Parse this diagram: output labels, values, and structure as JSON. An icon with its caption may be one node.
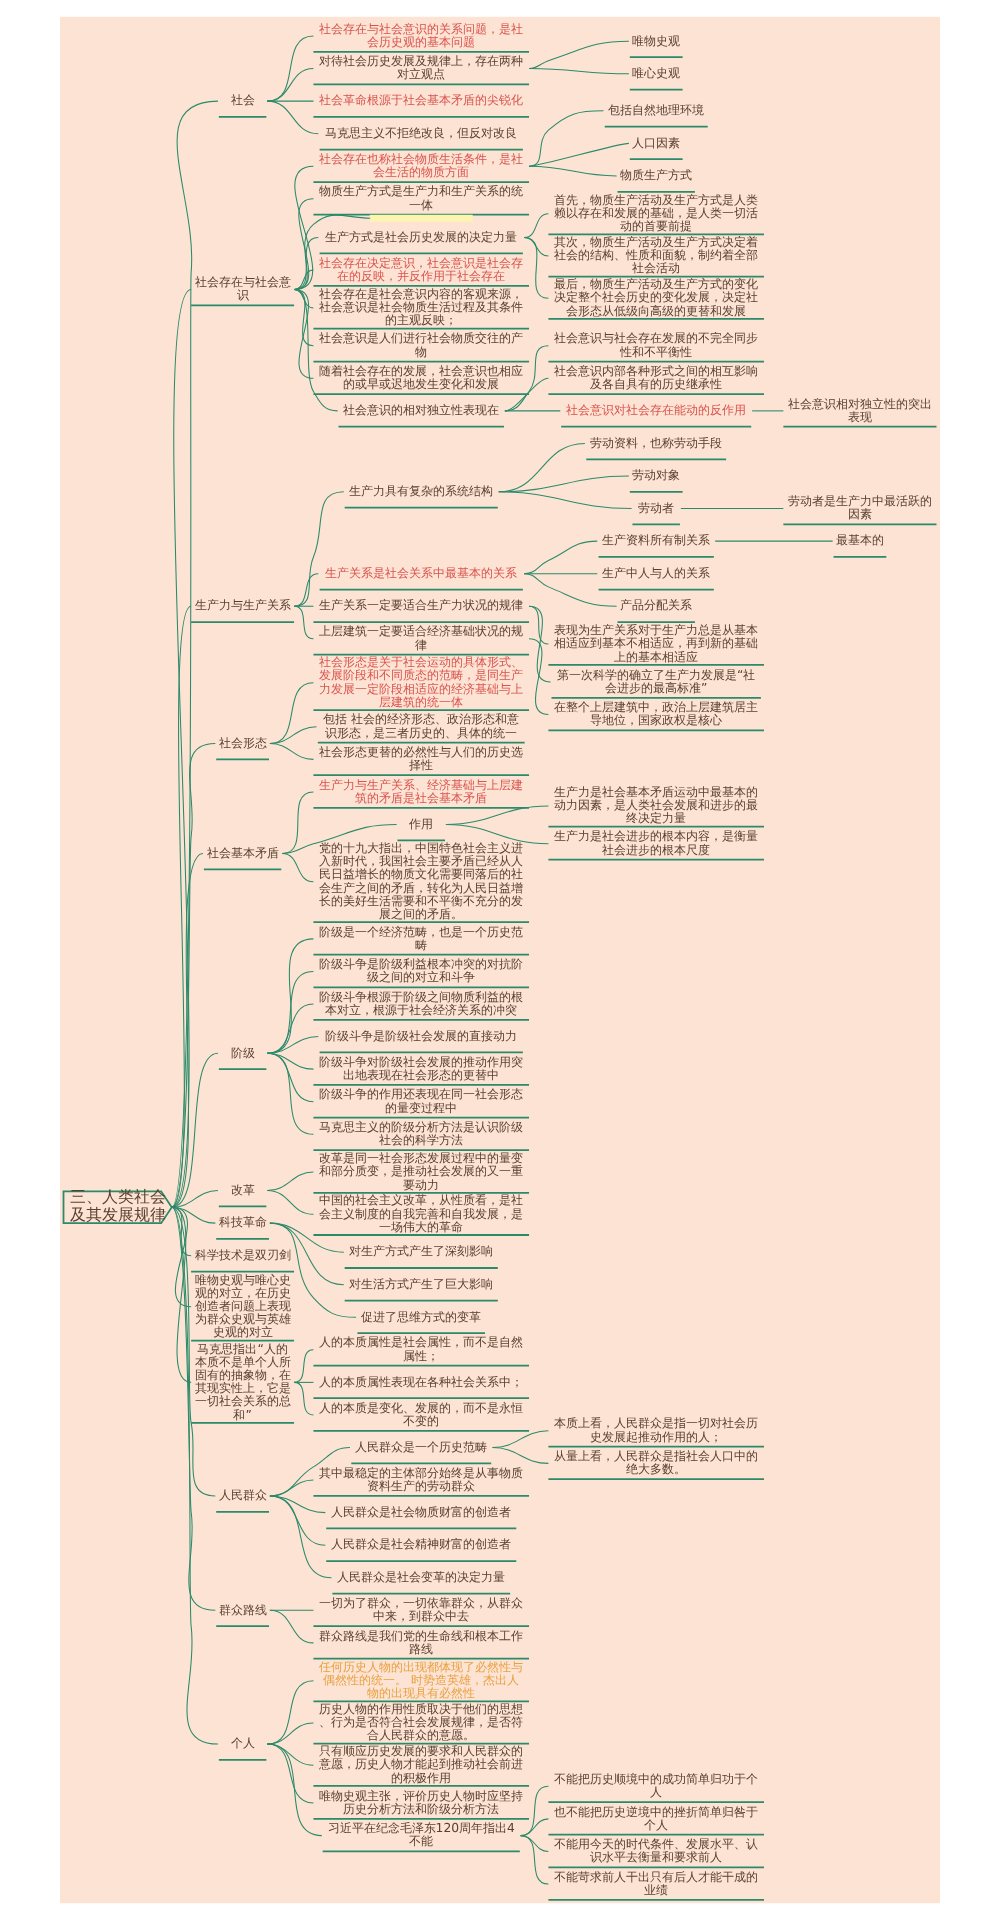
{
  "diagram": {
    "nodes": [
      {
        "text": [
          "三、人类社会及其发展规律"
        ]
      },
      {
        "text": [
          "社会"
        ]
      },
      {
        "text": [
          "社会存在与社会意识的关系问题，是社会历史观的基本问题"
        ]
      },
      {
        "text": [
          "对待社会历史发展及规律上，存在两种对立观点"
        ]
      },
      {
        "text": [
          "唯物史观"
        ]
      },
      {
        "text": [
          "唯心史观"
        ]
      },
      {
        "text": [
          "社会革命根源于社会基本矛盾的尖锐化"
        ]
      },
      {
        "text": [
          "马克思主义不拒绝改良，但反对改良"
        ]
      },
      {
        "text": [
          "社会存在与社会意识"
        ]
      },
      {
        "text": [
          "社会存在也称社会物质生活条件，是社会生活的物质方面"
        ]
      },
      {
        "text": [
          "包括自然地理环境"
        ]
      },
      {
        "text": [
          "人口因素"
        ]
      },
      {
        "text": [
          "物质生产方式"
        ]
      },
      {
        "text": [
          "物质生产方式是生产力和生产关系的统一体"
        ]
      },
      {
        "text": [],
        "shape": "bar"
      },
      {
        "text": [
          "生产方式是社会历史发展的决定力量"
        ]
      },
      {
        "text": [
          "首先，物质生产活动及生产方式是人类赖以存在和发展的基础，是人类一切活动的首要前提"
        ]
      },
      {
        "text": [
          "其次，物质生产活动及生产方式决定着社会的结构、性质和面貌，制约着全部社会活动"
        ]
      },
      {
        "text": [
          "最后，物质生产活动及生产方式的变化决定整个社会历史的变化发展，决定社会形态从低级向高级的更替和发展"
        ]
      },
      {
        "text": [
          "社会存在决定意识，社会意识是社会存在的反映，并反作用于社会存在"
        ]
      },
      {
        "text": [
          "社会存在是社会意识内容的客观来源，社会意识是社会物质生活过程及其条件的主观反映；"
        ]
      },
      {
        "text": [
          "社会意识是人们进行社会物质交往的产物"
        ]
      },
      {
        "text": [
          "随着社会存在的发展，社会意识也相应的或早或迟地发生变化和发展"
        ]
      },
      {
        "text": [
          "社会意识的相对独立性表现在"
        ]
      },
      {
        "text": [
          "社会意识与社会存在发展的不完全同步性和不平衡性"
        ]
      },
      {
        "text": [
          "社会意识内部各种形式之间的相互影响及各自具有的历史继承性"
        ]
      },
      {
        "text": [
          "社会意识对社会存在能动的反作用"
        ]
      },
      {
        "text": [
          "社会意识相对独立性的突出表现"
        ]
      },
      {
        "text": [
          "生产力与生产关系"
        ]
      },
      {
        "text": [
          "生产力具有复杂的系统结构"
        ]
      },
      {
        "text": [
          "劳动资料，也称劳动手段"
        ]
      },
      {
        "text": [
          "劳动对象"
        ]
      },
      {
        "text": [
          "劳动者"
        ]
      },
      {
        "text": [
          "劳动者是生产力中最活跃的因素"
        ]
      },
      {
        "text": [
          "生产关系是社会关系中最基本的关系"
        ]
      },
      {
        "text": [
          "生产资料所有制关系"
        ]
      },
      {
        "text": [
          "最基本的"
        ]
      },
      {
        "text": [
          "生产中人与人的关系"
        ]
      },
      {
        "text": [
          "产品分配关系"
        ]
      },
      {
        "text": [
          "生产关系一定要适合生产力状况的规律"
        ]
      },
      {
        "text": [
          "表现为生产关系对于生产力总是从基本相适应到基本不相适应，再到新的基础上的基本相适应"
        ]
      },
      {
        "text": [
          "第一次科学的确立了生产力发展是“社会进步的最高标准”"
        ]
      },
      {
        "text": [
          "上层建筑一定要适合经济基础状况的规律"
        ]
      },
      {
        "text": [
          "在整个上层建筑中，政治上层建筑居主导地位，国家政权是核心"
        ]
      },
      {
        "text": [
          "社会形态"
        ]
      },
      {
        "text": [
          "社会形态是关于社会运动的具体形式、发展阶段和不同质态的范畴，是同生产力发展一定阶段相适应的经济基础与上层建筑的统一体"
        ]
      },
      {
        "text": [
          "包括 社会的经济形态、政治形态和意识形态，是三者历史的、具体的统一"
        ]
      },
      {
        "text": [
          "社会形态更替的必然性与人们的历史选择性"
        ]
      },
      {
        "text": [
          "社会基本矛盾"
        ]
      },
      {
        "text": [
          "生产力与生产关系、经济基础与上层建筑的矛盾是社会基本矛盾"
        ]
      },
      {
        "text": [
          "作用"
        ]
      },
      {
        "text": [
          "生产力是社会基本矛盾运动中最基本的动力因素，是人类社会发展和进步的最终决定力量"
        ]
      },
      {
        "text": [
          "生产力是社会进步的根本内容，是衡量社会进步的根本尺度"
        ]
      },
      {
        "text": [
          "党的十九大指出，中国特色社会主义进入新时代，我国社会主要矛盾已经从人民日益增长的物质文化需要同落后的社会生产之间的矛盾，转化为人民日益增长的美好生活需要和不平衡不充分的发展之间的矛盾。"
        ]
      },
      {
        "text": [
          "阶级"
        ]
      },
      {
        "text": [
          "阶级是一个经济范畴，也是一个历史范畴"
        ]
      },
      {
        "text": [
          "阶级斗争是阶级利益根本冲突的对抗阶级之间的对立和斗争"
        ]
      },
      {
        "text": [
          "阶级斗争根源于阶级之间物质利益的根本对立，根源于社会经济关系的冲突"
        ]
      },
      {
        "text": [
          "阶级斗争是阶级社会发展的直接动力"
        ]
      },
      {
        "text": [
          "阶级斗争对阶级社会发展的推动作用突出地表现在社会形态的更替中"
        ]
      },
      {
        "text": [
          "阶级斗争的作用还表现在同一社会形态的量变过程中"
        ]
      },
      {
        "text": [
          "马克思主义的阶级分析方法是认识阶级社会的科学方法"
        ]
      },
      {
        "text": [
          "改革"
        ]
      },
      {
        "text": [
          "改革是同一社会形态发展过程中的量变和部分质变，是推动社会发展的又一重要动力"
        ]
      },
      {
        "text": [
          "中国的社会主义改革，从性质看，是社会主义制度的自我完善和自我发展，是一场伟大的革命"
        ]
      },
      {
        "text": [
          "科技革命"
        ]
      },
      {
        "text": [
          "对生产方式产生了深刻影响"
        ]
      },
      {
        "text": [
          "对生活方式产生了巨大影响"
        ]
      },
      {
        "text": [
          "促进了思维方式的变革"
        ]
      },
      {
        "text": [
          "科学技术是双刃剑"
        ]
      },
      {
        "text": [
          "唯物史观与唯心史观的对立，在历史创造者问题上表现为群众史观与英雄史观的对立"
        ]
      },
      {
        "text": [
          "马克思指出“人的本质不是单个人所固有的抽象物，在其现实性上，它是一切社会关系的总和”"
        ]
      },
      {
        "text": [
          "人的本质属性是社会属性，而不是自然属性；"
        ]
      },
      {
        "text": [
          "人的本质属性表现在各种社会关系中；"
        ]
      },
      {
        "text": [
          "人的本质是变化、发展的，而不是永恒不变的"
        ]
      },
      {
        "text": [
          "人民群众"
        ]
      },
      {
        "text": [
          "人民群众是一个历史范畴"
        ]
      },
      {
        "text": [
          "本质上看，人民群众是指一切对社会历史发展起推动作用的人；"
        ]
      },
      {
        "text": [
          "从量上看，人民群众是指社会人口中的绝大多数。"
        ]
      },
      {
        "text": [
          "其中最稳定的主体部分始终是从事物质资料生产的劳动群众"
        ]
      },
      {
        "text": [
          "人民群众是社会物质财富的创造者"
        ]
      },
      {
        "text": [
          "人民群众是社会精神财富的创造者"
        ]
      },
      {
        "text": [
          "人民群众是社会变革的决定力量"
        ]
      },
      {
        "text": [
          "群众路线"
        ]
      },
      {
        "text": [
          "一切为了群众，一切依靠群众，从群众中来，到群众中去"
        ]
      },
      {
        "text": [
          "群众路线是我们党的生命线和根本工作路线"
        ]
      },
      {
        "text": [
          "个人"
        ]
      },
      {
        "text": [
          "任何历史人物的出现都体现了必然性与偶然性的统一。 时势造英雄，杰出人物的出现具有必然性"
        ]
      },
      {
        "text": [
          "历史人物的作用性质取决于他们的思想、行为是否符合社会发展规律，是否符合人民群众的意愿。"
        ]
      },
      {
        "text": [
          "只有顺应历史发展的要求和人民群众的意愿，历史人物才能起到推动社会前进的积极作用"
        ]
      },
      {
        "text": [
          "唯物史观主张，评价历史人物时应坚持历史分析方法和阶级分析方法"
        ]
      },
      {
        "text": [
          "习近平在纪念毛泽东120周年指出4不能"
        ]
      },
      {
        "text": [
          "不能把历史顺境中的成功简单归功于个人"
        ]
      },
      {
        "text": [
          "也不能把历史逆境中的挫折简单归咎于个人"
        ]
      },
      {
        "text": [
          "不能用今天的时代条件、发展水平、认识水平去衡量和要求前人"
        ]
      },
      {
        "text": [
          "不能苛求前人干出只有后人才能干成的业绩"
        ]
      }
    ],
    "edges": [
      {
        "from": 0,
        "to": 1,
        "arrow": "none"
      },
      {
        "from": 1,
        "to": 2,
        "arrow": "none"
      },
      {
        "from": 1,
        "to": 3,
        "arrow": "none"
      },
      {
        "from": 3,
        "to": 4,
        "arrow": "none"
      },
      {
        "from": 3,
        "to": 5,
        "arrow": "none"
      },
      {
        "from": 1,
        "to": 6,
        "arrow": "none"
      },
      {
        "from": 1,
        "to": 7,
        "arrow": "none"
      },
      {
        "from": 0,
        "to": 8,
        "arrow": "none"
      },
      {
        "from": 8,
        "to": 9,
        "arrow": "none"
      },
      {
        "from": 9,
        "to": 10,
        "arrow": "none"
      },
      {
        "from": 9,
        "to": 11,
        "arrow": "none"
      },
      {
        "from": 9,
        "to": 12,
        "arrow": "none"
      },
      {
        "from": 8,
        "to": 13,
        "arrow": "none"
      },
      {
        "from": 8,
        "to": 14,
        "arrow": "none"
      },
      {
        "from": 8,
        "to": 15,
        "arrow": "none"
      },
      {
        "from": 15,
        "to": 16,
        "arrow": "none"
      },
      {
        "from": 15,
        "to": 17,
        "arrow": "none"
      },
      {
        "from": 15,
        "to": 18,
        "arrow": "none"
      },
      {
        "from": 8,
        "to": 19,
        "arrow": "none"
      },
      {
        "from": 8,
        "to": 20,
        "arrow": "none"
      },
      {
        "from": 8,
        "to": 21,
        "arrow": "none"
      },
      {
        "from": 8,
        "to": 22,
        "arrow": "none"
      },
      {
        "from": 8,
        "to": 23,
        "arrow": "none"
      },
      {
        "from": 23,
        "to": 24,
        "arrow": "none"
      },
      {
        "from": 23,
        "to": 25,
        "arrow": "none"
      },
      {
        "from": 23,
        "to": 26,
        "arrow": "none"
      },
      {
        "from": 26,
        "to": 27,
        "arrow": "none"
      },
      {
        "from": 0,
        "to": 28,
        "arrow": "none"
      },
      {
        "from": 28,
        "to": 29,
        "arrow": "none"
      },
      {
        "from": 29,
        "to": 30,
        "arrow": "none"
      },
      {
        "from": 29,
        "to": 31,
        "arrow": "none"
      },
      {
        "from": 29,
        "to": 32,
        "arrow": "none"
      },
      {
        "from": 32,
        "to": 33,
        "arrow": "none"
      },
      {
        "from": 28,
        "to": 34,
        "arrow": "none"
      },
      {
        "from": 34,
        "to": 35,
        "arrow": "none"
      },
      {
        "from": 35,
        "to": 36,
        "arrow": "none"
      },
      {
        "from": 34,
        "to": 37,
        "arrow": "none"
      },
      {
        "from": 34,
        "to": 38,
        "arrow": "none"
      },
      {
        "from": 28,
        "to": 39,
        "arrow": "none"
      },
      {
        "from": 39,
        "to": 40,
        "arrow": "none"
      },
      {
        "from": 39,
        "to": 41,
        "arrow": "none"
      },
      {
        "from": 28,
        "to": 42,
        "arrow": "none"
      },
      {
        "from": 42,
        "to": 43,
        "arrow": "none"
      },
      {
        "from": 0,
        "to": 44,
        "arrow": "none"
      },
      {
        "from": 44,
        "to": 45,
        "arrow": "none"
      },
      {
        "from": 44,
        "to": 46,
        "arrow": "none"
      },
      {
        "from": 44,
        "to": 47,
        "arrow": "none"
      },
      {
        "from": 0,
        "to": 48,
        "arrow": "none"
      },
      {
        "from": 48,
        "to": 49,
        "arrow": "none"
      },
      {
        "from": 48,
        "to": 50,
        "arrow": "none"
      },
      {
        "from": 50,
        "to": 51,
        "arrow": "none"
      },
      {
        "from": 50,
        "to": 52,
        "arrow": "none"
      },
      {
        "from": 48,
        "to": 53,
        "arrow": "none"
      },
      {
        "from": 0,
        "to": 54,
        "arrow": "none"
      },
      {
        "from": 54,
        "to": 55,
        "arrow": "none"
      },
      {
        "from": 54,
        "to": 56,
        "arrow": "none"
      },
      {
        "from": 54,
        "to": 57,
        "arrow": "none"
      },
      {
        "from": 54,
        "to": 58,
        "arrow": "none"
      },
      {
        "from": 54,
        "to": 59,
        "arrow": "none"
      },
      {
        "from": 54,
        "to": 60,
        "arrow": "none"
      },
      {
        "from": 54,
        "to": 61,
        "arrow": "none"
      },
      {
        "from": 0,
        "to": 62,
        "arrow": "none"
      },
      {
        "from": 62,
        "to": 63,
        "arrow": "none"
      },
      {
        "from": 62,
        "to": 64,
        "arrow": "none"
      },
      {
        "from": 0,
        "to": 65,
        "arrow": "none"
      },
      {
        "from": 65,
        "to": 66,
        "arrow": "none"
      },
      {
        "from": 65,
        "to": 67,
        "arrow": "none"
      },
      {
        "from": 65,
        "to": 68,
        "arrow": "none"
      },
      {
        "from": 0,
        "to": 69,
        "arrow": "none"
      },
      {
        "from": 0,
        "to": 70,
        "arrow": "none"
      },
      {
        "from": 0,
        "to": 71,
        "arrow": "none"
      },
      {
        "from": 71,
        "to": 72,
        "arrow": "none"
      },
      {
        "from": 71,
        "to": 73,
        "arrow": "none"
      },
      {
        "from": 71,
        "to": 74,
        "arrow": "none"
      },
      {
        "from": 0,
        "to": 75,
        "arrow": "none"
      },
      {
        "from": 75,
        "to": 76,
        "arrow": "none"
      },
      {
        "from": 76,
        "to": 77,
        "arrow": "none"
      },
      {
        "from": 76,
        "to": 78,
        "arrow": "none"
      },
      {
        "from": 75,
        "to": 79,
        "arrow": "none"
      },
      {
        "from": 75,
        "to": 80,
        "arrow": "none"
      },
      {
        "from": 75,
        "to": 81,
        "arrow": "none"
      },
      {
        "from": 75,
        "to": 82,
        "arrow": "none"
      },
      {
        "from": 0,
        "to": 83,
        "arrow": "none"
      },
      {
        "from": 83,
        "to": 84,
        "arrow": "none"
      },
      {
        "from": 83,
        "to": 85,
        "arrow": "none"
      },
      {
        "from": 0,
        "to": 86,
        "arrow": "none"
      },
      {
        "from": 86,
        "to": 87,
        "arrow": "none"
      },
      {
        "from": 86,
        "to": 88,
        "arrow": "none"
      },
      {
        "from": 86,
        "to": 89,
        "arrow": "none"
      },
      {
        "from": 86,
        "to": 90,
        "arrow": "none"
      },
      {
        "from": 86,
        "to": 91,
        "arrow": "none"
      },
      {
        "from": 91,
        "to": 92,
        "arrow": "none"
      },
      {
        "from": 91,
        "to": 93,
        "arrow": "none"
      },
      {
        "from": 91,
        "to": 94,
        "arrow": "none"
      },
      {
        "from": 91,
        "to": 95,
        "arrow": "none"
      }
    ]
  }
}
